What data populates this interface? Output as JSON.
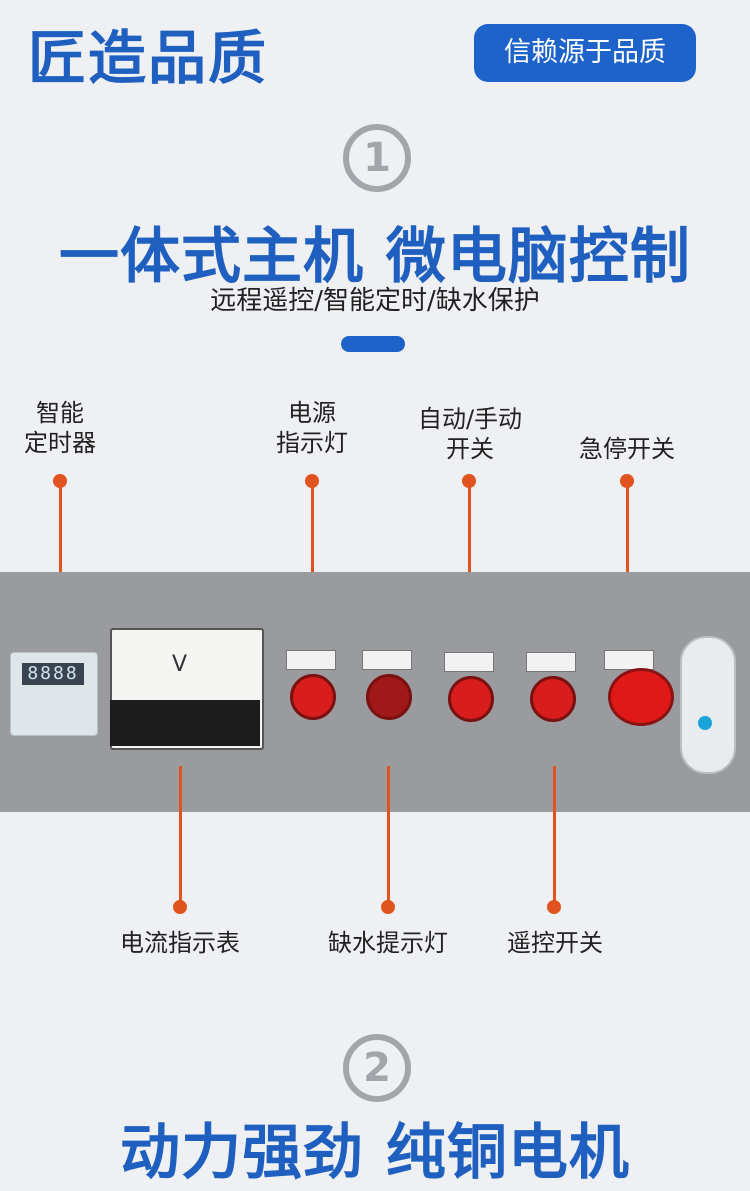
{
  "header": {
    "brand_title": "匠造品质",
    "badge_text": "信赖源于品质"
  },
  "section1": {
    "number": "1",
    "headline": "一体式主机 微电脑控制",
    "subline": "远程遥控/智能定时/缺水保护"
  },
  "callouts_top": [
    {
      "label": "智能\n定时器"
    },
    {
      "label": "电源\n指示灯"
    },
    {
      "label": "自动/手动\n开关"
    },
    {
      "label": "急停开关"
    }
  ],
  "callouts_bottom": [
    {
      "label": "电流指示表"
    },
    {
      "label": "缺水提示灯"
    },
    {
      "label": "遥控开关"
    }
  ],
  "panel": {
    "timer_display": "8888",
    "meter_unit": "V"
  },
  "section2": {
    "number": "2",
    "headline": "动力强劲 纯铜电机"
  },
  "colors": {
    "brand_blue": "#1f5fbf",
    "callout_orange": "#e2541f",
    "panel_gray": "#999b9e"
  }
}
